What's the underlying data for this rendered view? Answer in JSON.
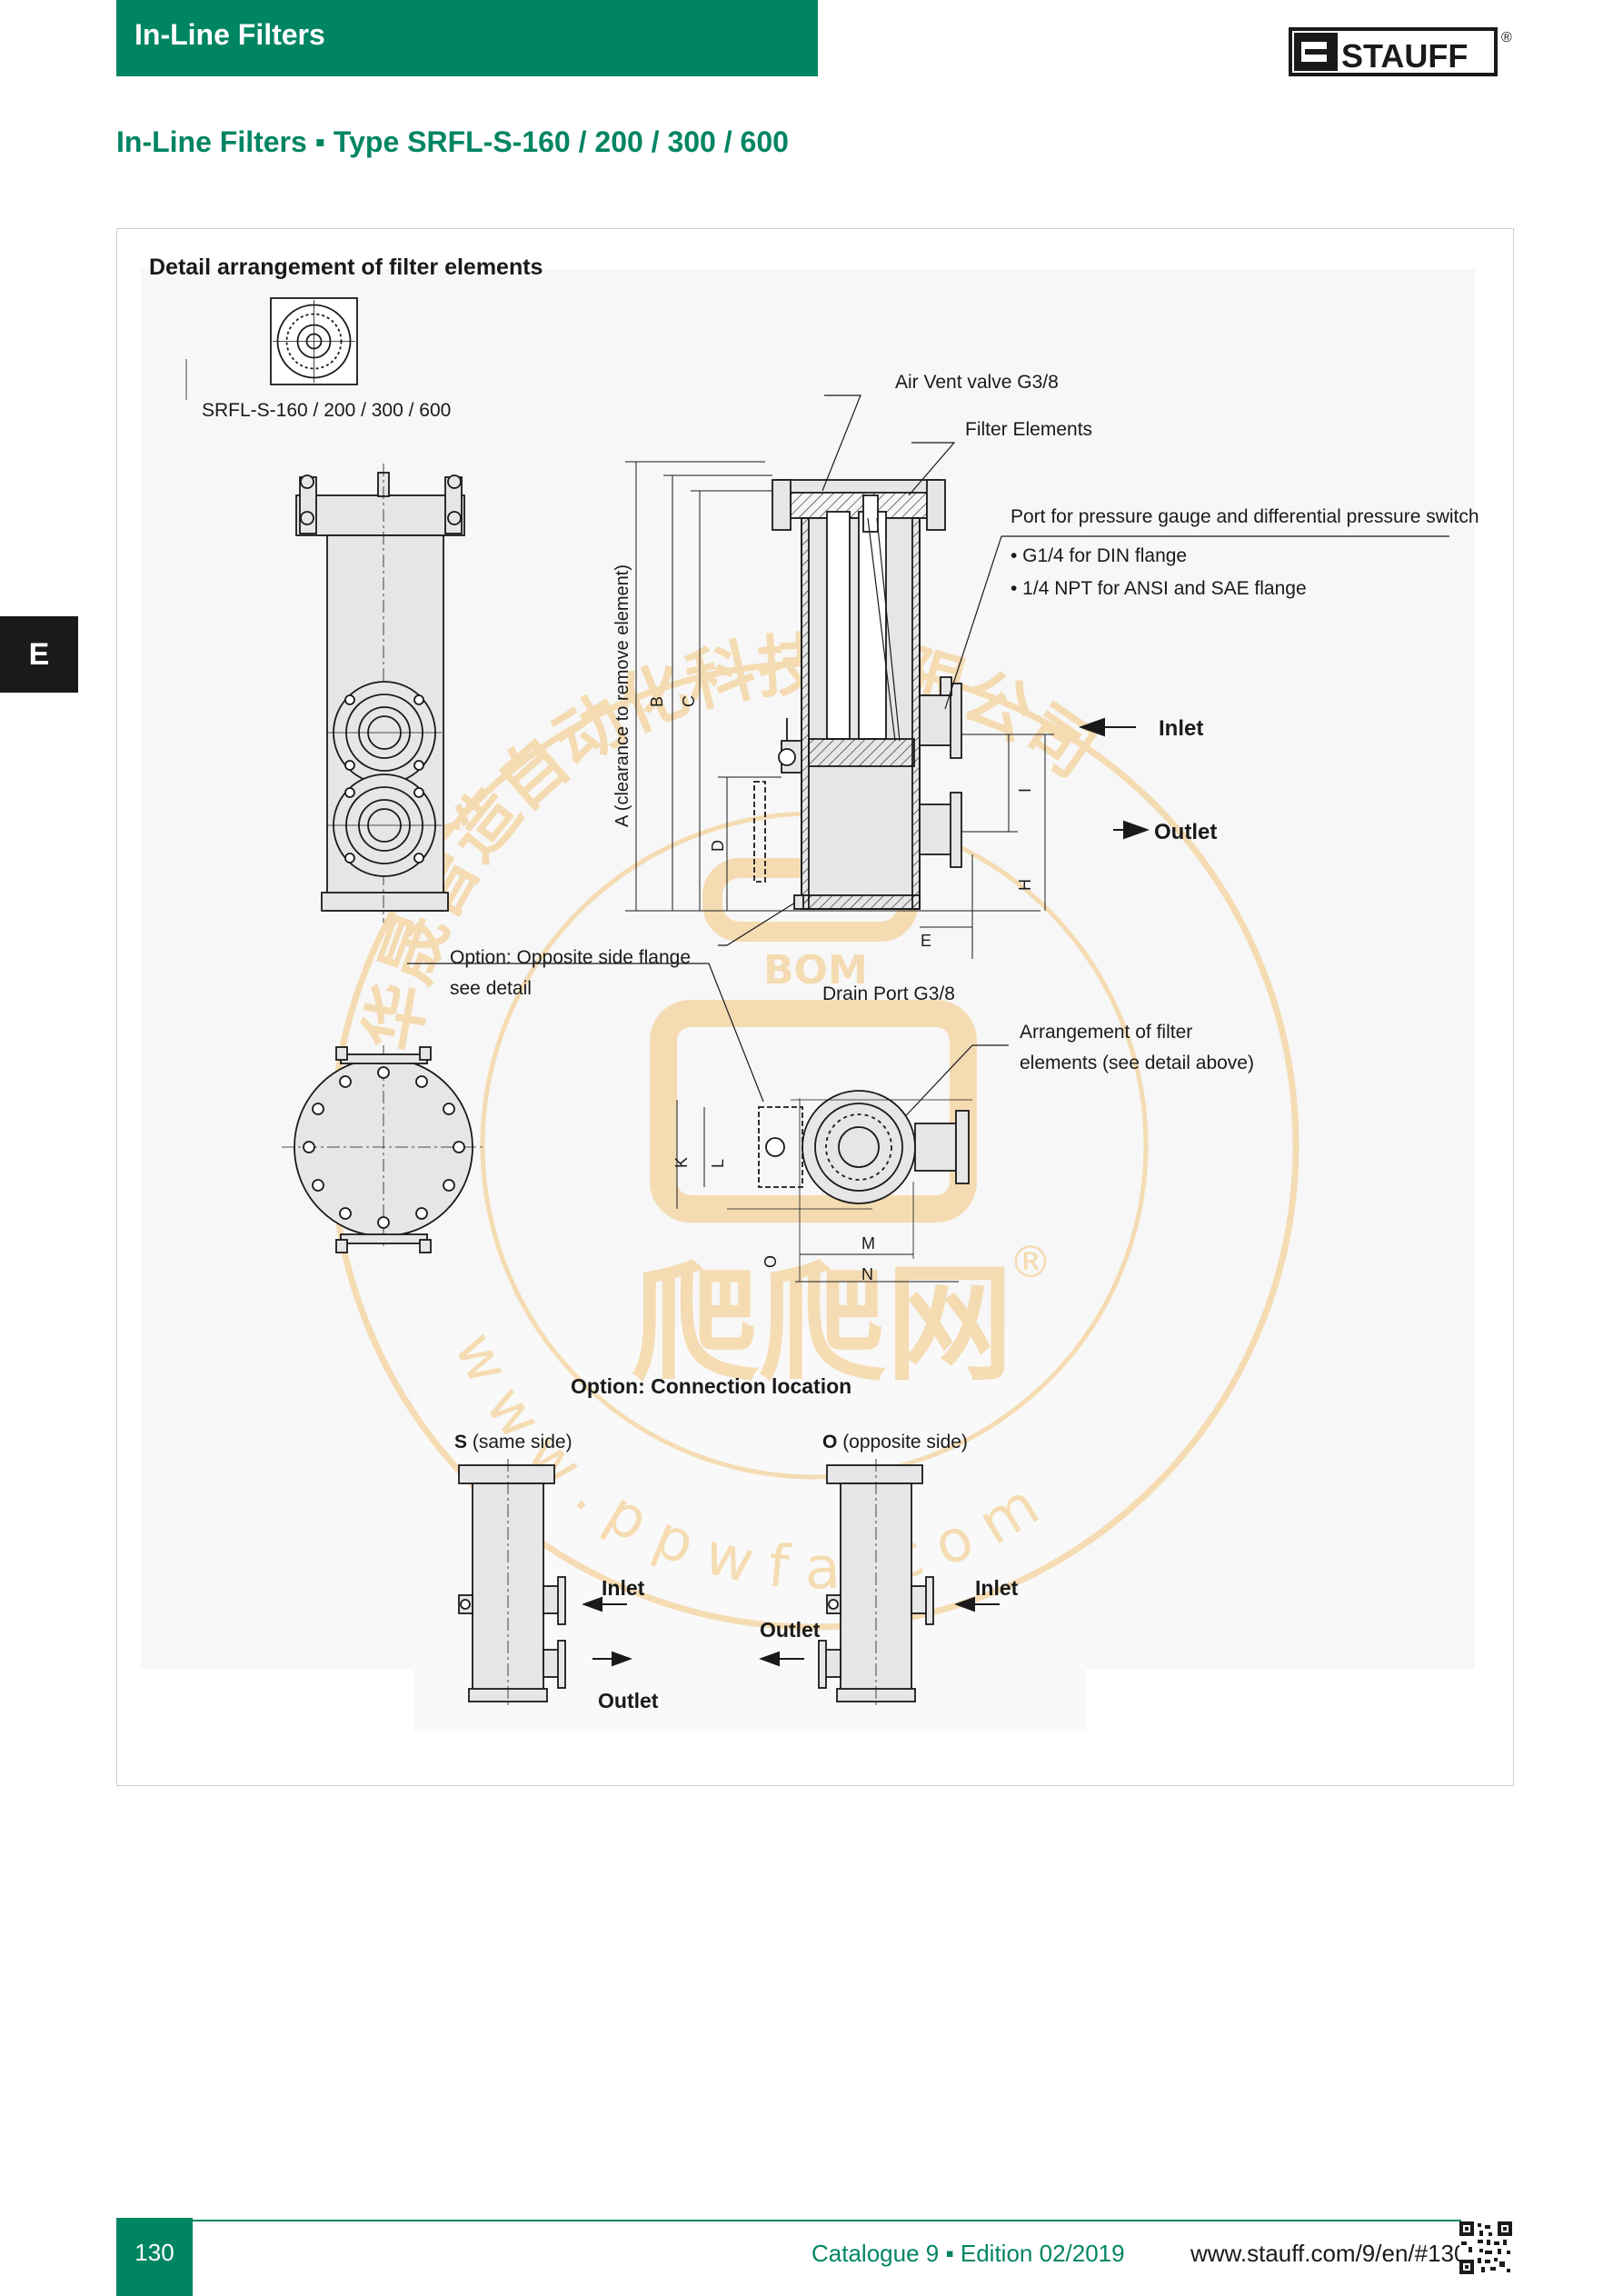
{
  "header": {
    "section": "In-Line Filters"
  },
  "logo": {
    "text": "STAUFF",
    "registered": "®"
  },
  "page": {
    "title": "In-Line Filters ▪ Type SRFL-S-160 / 200 / 300 / 600",
    "side_tab": "E"
  },
  "detail": {
    "title": "Detail arrangement of filter elements",
    "model_label": "SRFL-S-160 / 200 / 300 / 600"
  },
  "callouts": {
    "air_vent": "Air Vent valve G3/8",
    "filter_elements": "Filter Elements",
    "port": "Port for pressure gauge and differential pressure switch",
    "port_b1": "• G1/4 for DIN flange",
    "port_b2": "• 1/4 NPT for ANSI and SAE flange",
    "inlet": "Inlet",
    "outlet": "Outlet",
    "opposite_flange_1": "Option: Opposite side flange",
    "opposite_flange_2": "see detail",
    "drain": "Drain Port G3/8",
    "arrangement_1": "Arrangement of filter",
    "arrangement_2": "elements (see detail above)"
  },
  "dimensions": {
    "A": "A (clearance to remove element)",
    "B": "B",
    "C": "C",
    "D": "D",
    "E": "E",
    "H": "H",
    "I": "I",
    "K": "K",
    "L": "L",
    "M": "M",
    "N": "N",
    "O": "O"
  },
  "options": {
    "title": "Option: Connection location",
    "s_code": "S",
    "s_desc": "(same side)",
    "o_code": "O",
    "o_desc": "(opposite side)",
    "inlet": "Inlet",
    "outlet": "Outlet"
  },
  "watermark": {
    "chinese": "华晟智造自动化科技有限公司",
    "url": "w w w . p p w f a . c o m",
    "bom": "BOM",
    "brand": "爬爬网",
    "registered": "®"
  },
  "footer": {
    "page_number": "130",
    "catalogue": "Catalogue 9 ▪ Edition 02/2019",
    "url": "www.stauff.com/9/en/#130"
  },
  "colors": {
    "brand_green": "#008563",
    "line": "#1a1a1a",
    "fill": "#e6e6e6",
    "watermark": "#f3c57a"
  }
}
